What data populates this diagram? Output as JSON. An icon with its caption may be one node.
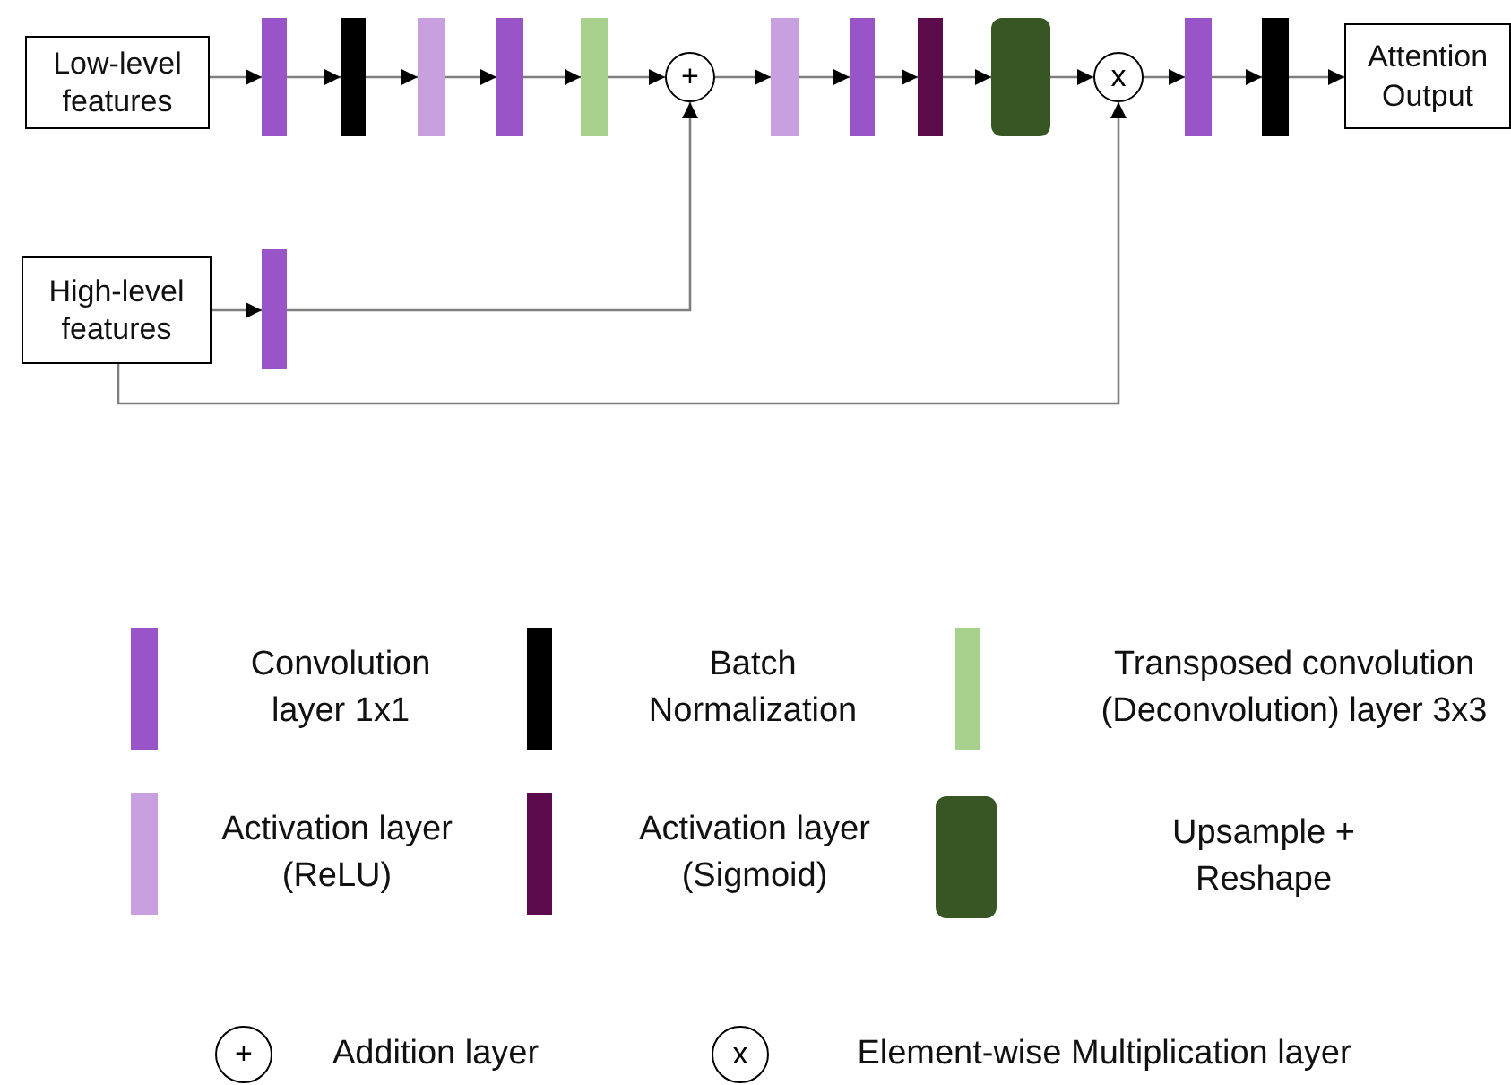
{
  "diagram": {
    "nodes": [
      {
        "text": [
          "Low-level features"
        ]
      },
      {
        "text": [],
        "shape": "bar"
      },
      {
        "text": [],
        "shape": "bar"
      },
      {
        "text": [],
        "shape": "bar"
      },
      {
        "text": [],
        "shape": "bar"
      },
      {
        "text": [],
        "shape": "bar"
      },
      {
        "text": [
          "+"
        ]
      },
      {
        "text": [],
        "shape": "bar"
      },
      {
        "text": [],
        "shape": "bar"
      },
      {
        "text": [],
        "shape": "bar"
      },
      {
        "text": [],
        "shape": "box"
      },
      {
        "text": [
          "x"
        ]
      },
      {
        "text": [],
        "shape": "bar"
      },
      {
        "text": [],
        "shape": "bar"
      },
      {
        "text": [
          "Attention Output"
        ]
      },
      {
        "text": [
          "High-level features"
        ]
      },
      {
        "text": [],
        "shape": "bar"
      }
    ],
    "edges": [
      {
        "from": 0,
        "to": 1,
        "arrow": "to"
      },
      {
        "from": 1,
        "to": 2,
        "arrow": "to"
      },
      {
        "from": 2,
        "to": 3,
        "arrow": "to"
      },
      {
        "from": 3,
        "to": 4,
        "arrow": "to"
      },
      {
        "from": 4,
        "to": 5,
        "arrow": "to"
      },
      {
        "from": 5,
        "to": 6,
        "arrow": "to"
      },
      {
        "from": 6,
        "to": 7,
        "arrow": "to"
      },
      {
        "from": 7,
        "to": 8,
        "arrow": "to"
      },
      {
        "from": 8,
        "to": 9,
        "arrow": "to"
      },
      {
        "from": 9,
        "to": 10,
        "arrow": "to"
      },
      {
        "from": 10,
        "to": 11,
        "arrow": "to"
      },
      {
        "from": 11,
        "to": 12,
        "arrow": "to"
      },
      {
        "from": 12,
        "to": 13,
        "arrow": "to"
      },
      {
        "from": 13,
        "to": 14,
        "arrow": "to"
      },
      {
        "from": 15,
        "to": 16,
        "arrow": "to"
      },
      {
        "from": 16,
        "to": 6,
        "arrow": "to"
      },
      {
        "from": 15,
        "to": 11,
        "arrow": "to"
      }
    ],
    "labels": [
      "+",
      "x"
    ],
    "legend": [
      {
        "text": "Convolution layer 1x1",
        "color": "#9955c8"
      },
      {
        "text": "Batch Normalization",
        "color": "#000000"
      },
      {
        "text": "Transposed convolution (Deconvolution) layer 3x3",
        "color": "#a9d18e"
      },
      {
        "text": "Activation layer (ReLU)",
        "color": "#c8a0e0"
      },
      {
        "text": "Activation layer (Sigmoid)",
        "color": "#5b0a4b"
      },
      {
        "text": "Upsample + Reshape",
        "color": "#375623"
      },
      {
        "text": "Addition layer"
      },
      {
        "text": "Element-wise Multiplication layer"
      }
    ]
  }
}
